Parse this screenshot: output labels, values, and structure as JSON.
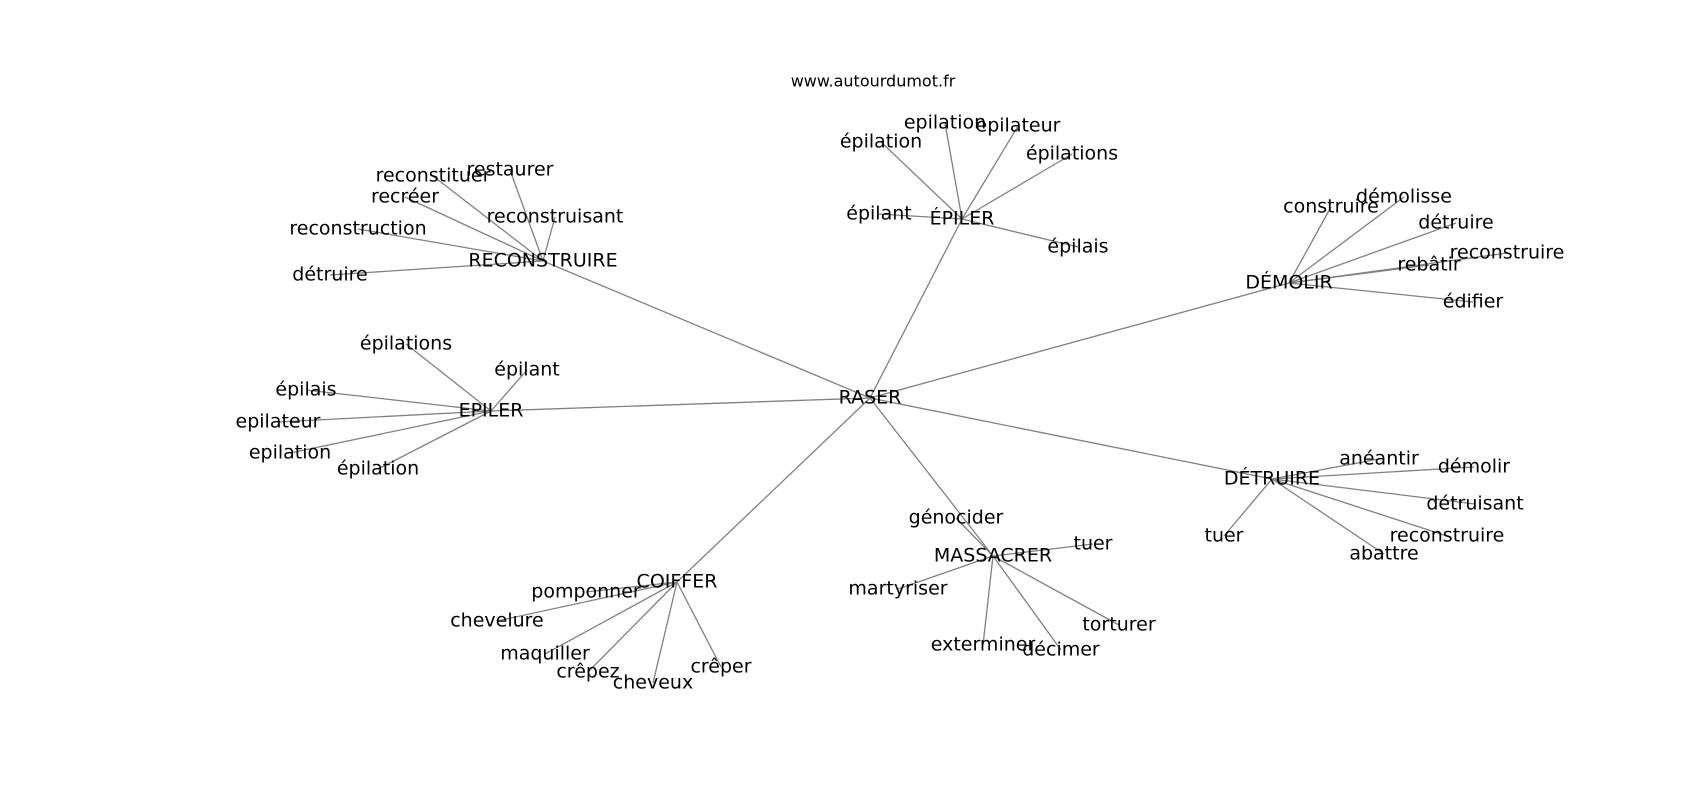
{
  "source_label": "www.autourdumot.fr",
  "colors": {
    "edge": "#808080",
    "text": "#000000",
    "background": "#ffffff"
  },
  "graph": {
    "center": "RASER",
    "hubs": [
      {
        "label": "RECONSTRUIRE",
        "leaves": [
          "reconstituer",
          "restaurer",
          "recréer",
          "reconstruisant",
          "reconstruction",
          "détruire"
        ]
      },
      {
        "label": "ÉPILER",
        "leaves": [
          "épilation",
          "epilation",
          "epilateur",
          "épilations",
          "épilant",
          "épilais"
        ]
      },
      {
        "label": "DÉMOLIR",
        "leaves": [
          "construire",
          "démolisse",
          "détruire",
          "rebâtir",
          "reconstruire",
          "édifier"
        ]
      },
      {
        "label": "EPILER",
        "leaves": [
          "épilations",
          "épilant",
          "épilais",
          "epilateur",
          "epilation",
          "épilation"
        ]
      },
      {
        "label": "DÉTRUIRE",
        "leaves": [
          "anéantir",
          "démolir",
          "détruisant",
          "reconstruire",
          "abattre",
          "tuer"
        ]
      },
      {
        "label": "MASSACRER",
        "leaves": [
          "génocider",
          "tuer",
          "martyriser",
          "torturer",
          "exterminer",
          "décimer"
        ]
      },
      {
        "label": "COIFFER",
        "leaves": [
          "pomponner",
          "chevelure",
          "maquiller",
          "crêpez",
          "cheveux",
          "crêper"
        ]
      }
    ]
  }
}
